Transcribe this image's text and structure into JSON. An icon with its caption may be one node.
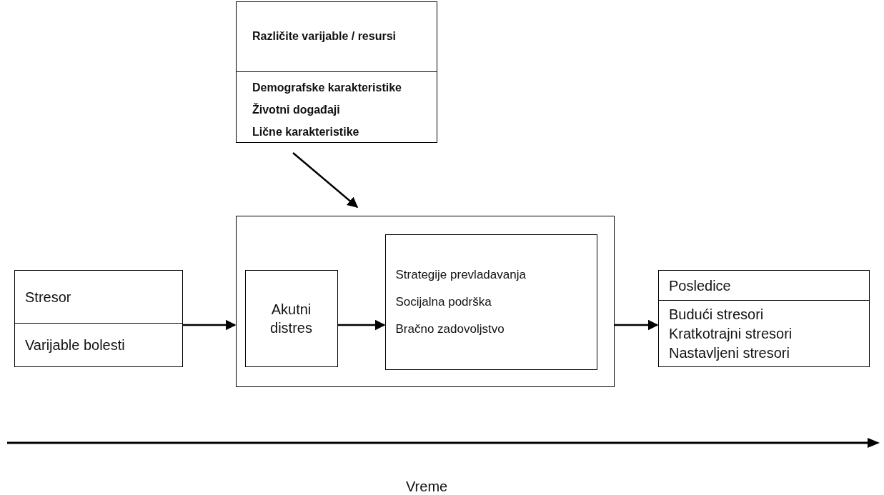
{
  "diagram": {
    "nodes": [
      {
        "text": [
          "Različite varijable / resursi",
          "Demografske karakteristike",
          "Životni događaji",
          "Lične karakteristike"
        ]
      },
      {
        "text": [
          "Stresor",
          "Varijable bolesti"
        ]
      },
      {
        "text": [],
        "shape": "box"
      },
      {
        "text": [
          "Akutni distres"
        ],
        "in": 2
      },
      {
        "text": [
          "Strategije prevladavanja",
          "Socijalna podrška",
          "Bračno zadovoljstvo"
        ],
        "in": 2
      },
      {
        "text": [
          "Posledice",
          "Budući stresori",
          "Kratkotrajni stresori",
          "Nastavljeni stresori"
        ]
      }
    ],
    "edges": [
      {
        "from": 0,
        "to": 2,
        "arrow": "to"
      },
      {
        "from": 1,
        "to": 2,
        "arrow": "to"
      },
      {
        "from": 3,
        "to": 4,
        "arrow": "to"
      },
      {
        "from": 2,
        "to": 5,
        "arrow": "to"
      }
    ],
    "labels": [
      "Vreme"
    ]
  }
}
